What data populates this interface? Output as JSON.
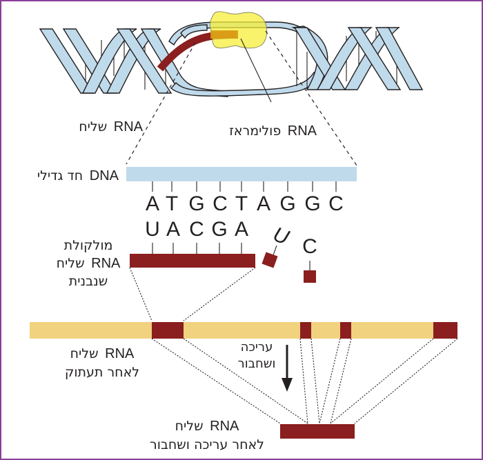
{
  "diagram": {
    "title": "Transcription and RNA splicing",
    "colors": {
      "frame": "#8a3f98",
      "dna": "#bfdaeb",
      "mrna": "#8b1e1e",
      "polymerase": "#f5ef6a",
      "pre_mrna": "#f0d27f",
      "text": "#231f20"
    },
    "labels": {
      "mrna_top": {
        "rna": "RNA",
        "heb": "שליח"
      },
      "polymerase": {
        "rna": "RNA",
        "heb": "פולימראז"
      },
      "dna_template": {
        "rna": "DNA",
        "heb": "חד גדילי"
      },
      "forming_mrna": {
        "line1": "מולקולת",
        "line2_rna": "RNA",
        "line2_heb": "שליח",
        "line3": "שנבנית"
      },
      "pre_mrna": {
        "line1_rna": "RNA",
        "line1_heb": "שליח",
        "line2": "לאחר תעתוק"
      },
      "splicing_arrow": {
        "line1": "עריכה",
        "line2": "ושחבור"
      },
      "mature_mrna": {
        "line1_rna": "RNA",
        "line1_heb": "שליח",
        "line2": "לאחר עריכה ושחבור"
      }
    },
    "dna_bases": [
      "A",
      "T",
      "G",
      "C",
      "T",
      "A",
      "G",
      "G",
      "C"
    ],
    "rna_bases_attached": [
      "U",
      "A",
      "C",
      "G",
      "A"
    ],
    "rna_bases_free": [
      "U",
      "C"
    ]
  }
}
